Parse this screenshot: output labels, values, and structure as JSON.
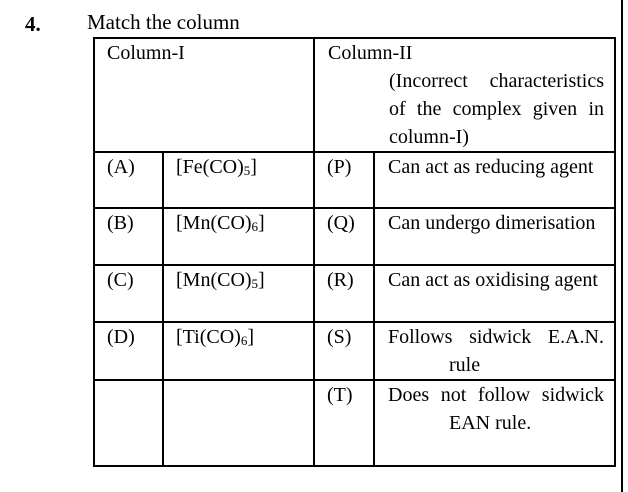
{
  "question": {
    "number": "4.",
    "text": "Match the column"
  },
  "table": {
    "header": {
      "col1": "Column-I",
      "col2_title": "Column-II",
      "col2_subtitle": "(Incorrect characteristics of the complex given in column-I)"
    },
    "rows": [
      {
        "label1": "(A)",
        "formula_pre": "[Fe(CO)",
        "formula_sub": "5",
        "formula_post": "]",
        "label2": "(P)",
        "desc": "Can act as reducing agent"
      },
      {
        "label1": "(B)",
        "formula_pre": "[Mn(CO)",
        "formula_sub": "6",
        "formula_post": "]",
        "label2": "(Q)",
        "desc": "Can undergo dimerisation"
      },
      {
        "label1": "(C)",
        "formula_pre": "[Mn(CO)",
        "formula_sub": "5",
        "formula_post": "]",
        "label2": "(R)",
        "desc": "Can act as oxidising agent"
      },
      {
        "label1": "(D)",
        "formula_pre": "[Ti(CO)",
        "formula_sub": "6",
        "formula_post": "]",
        "label2": "(S)",
        "desc": "Follows sidwick E.A.N. rule"
      },
      {
        "label2": "(T)",
        "desc": "Does not follow sidwick EAN rule."
      }
    ]
  }
}
